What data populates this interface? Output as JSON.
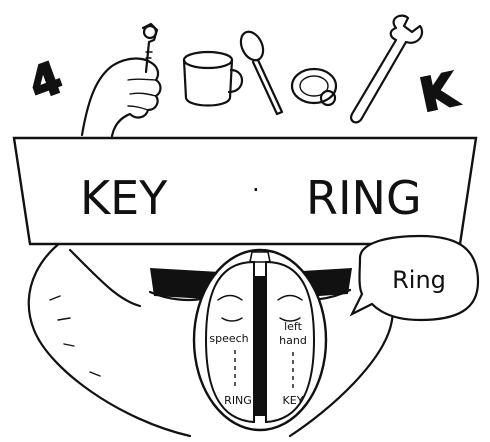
{
  "objects": {
    "digit": "4",
    "letter": "K"
  },
  "screen": {
    "left_word": "KEY",
    "center_mark": "·",
    "right_word": "RING"
  },
  "speech_bubble": {
    "text": "Ring"
  },
  "brain": {
    "left_hemisphere": {
      "label": "speech",
      "word": "RING"
    },
    "right_hemisphere": {
      "label_line1": "left",
      "label_line2": "hand",
      "word": "KEY"
    }
  }
}
